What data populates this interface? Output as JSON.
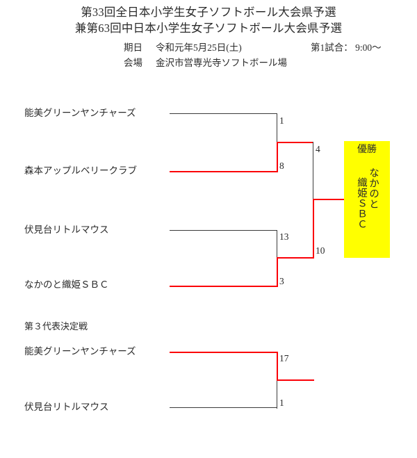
{
  "header": {
    "title_line_1": "第33回全日本小学生女子ソフトボール大会県予選",
    "title_line_2": "兼第63回中日本小学生女子ソフトボール大会県予選",
    "date_label": "期日",
    "date_value": "令和元年5月25日(土)",
    "venue_label": "会場",
    "venue_value": "金沢市営専光寺ソフトボール場",
    "first_game": "第1試合： 9:00〜"
  },
  "bracket": {
    "teams": {
      "nomi": "能美グリーンヤンチャーズ",
      "morimoto": "森本アップルベリークラブ",
      "fushimidai": "伏見台リトルマウス",
      "nakanoto": "なかのと織姫ＳＢＣ"
    },
    "scores": {
      "r1m1_top": "1",
      "r1m1_bottom": "8",
      "r1m2_top": "13",
      "r1m2_bottom": "3",
      "final_top": "4",
      "final_bottom": "10"
    }
  },
  "playoff": {
    "section_label": "第３代表決定戦",
    "team_top": "能美グリーンヤンチャーズ",
    "team_bottom": "伏見台リトルマウス",
    "score_top": "17",
    "score_bottom": "1"
  },
  "champion": {
    "title": "優勝",
    "name_col_right": "なかのと",
    "name_col_left": "織姫ＳＢＣ",
    "box_color": "#ffff00"
  },
  "colors": {
    "winner_line": "#fb0007",
    "loser_line": "#3a3a3a",
    "text": "#2b2b2b",
    "highlight": "#ffff00"
  }
}
